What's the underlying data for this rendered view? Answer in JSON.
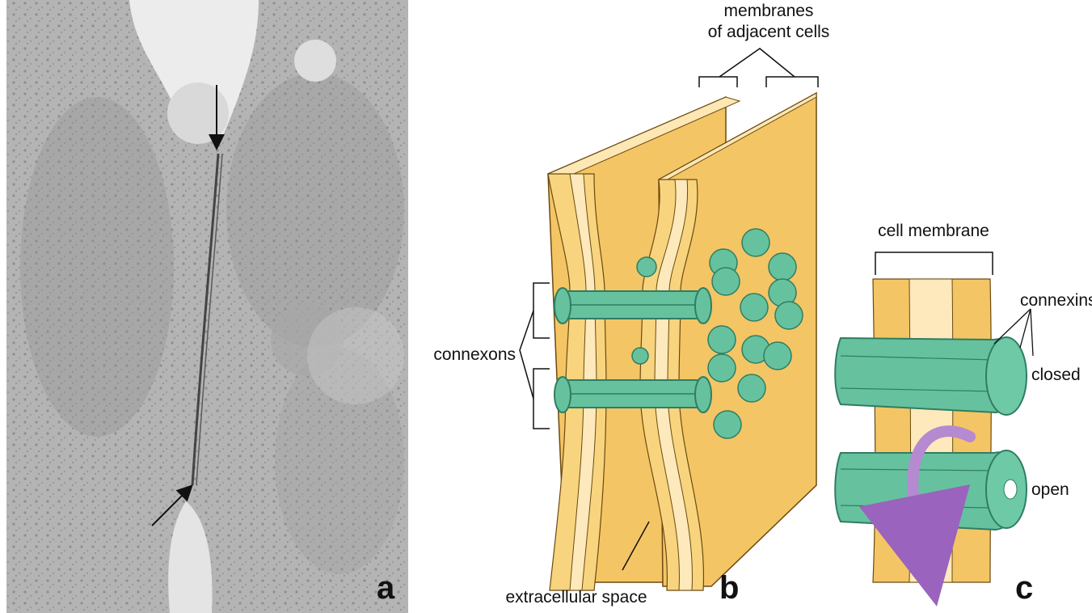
{
  "panels": {
    "a": "a",
    "b": "b",
    "c": "c"
  },
  "labels": {
    "membranes_line1": "membranes",
    "membranes_line2": "of adjacent cells",
    "connexons": "connexons",
    "extracellular_space": "extracellular space",
    "cell_membrane": "cell membrane",
    "connexins": "connexins",
    "closed": "closed",
    "open": "open"
  },
  "colors": {
    "membrane_outer": "#f7cc72",
    "membrane_inner": "#fde7b4",
    "connexon": "#66c29e",
    "connexon_dark": "#2f7d62",
    "arrow_purple": "#b58ad0",
    "micrograph_bg": "#b4b4b4",
    "text": "#111111"
  }
}
